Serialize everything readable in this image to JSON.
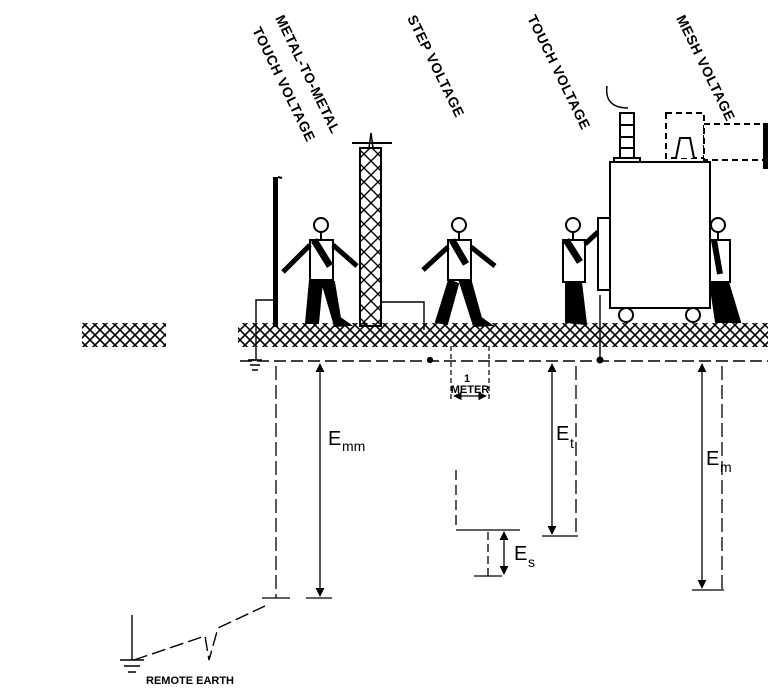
{
  "headers": {
    "metal_to_metal_line1": "METAL-TO-METAL",
    "metal_to_metal_line2": "TOUCH VOLTAGE",
    "step": "STEP VOLTAGE",
    "touch": "TOUCH VOLTAGE",
    "mesh": "MESH VOLTAGE"
  },
  "symbols": {
    "emm_base": "E",
    "emm_sub": "mm",
    "et_base": "E",
    "et_sub": "t",
    "es_base": "E",
    "es_sub": "s",
    "em_base": "E",
    "em_sub": "m"
  },
  "meter": {
    "value": "1",
    "unit": "METER"
  },
  "remote_earth": "REMOTE EARTH"
}
